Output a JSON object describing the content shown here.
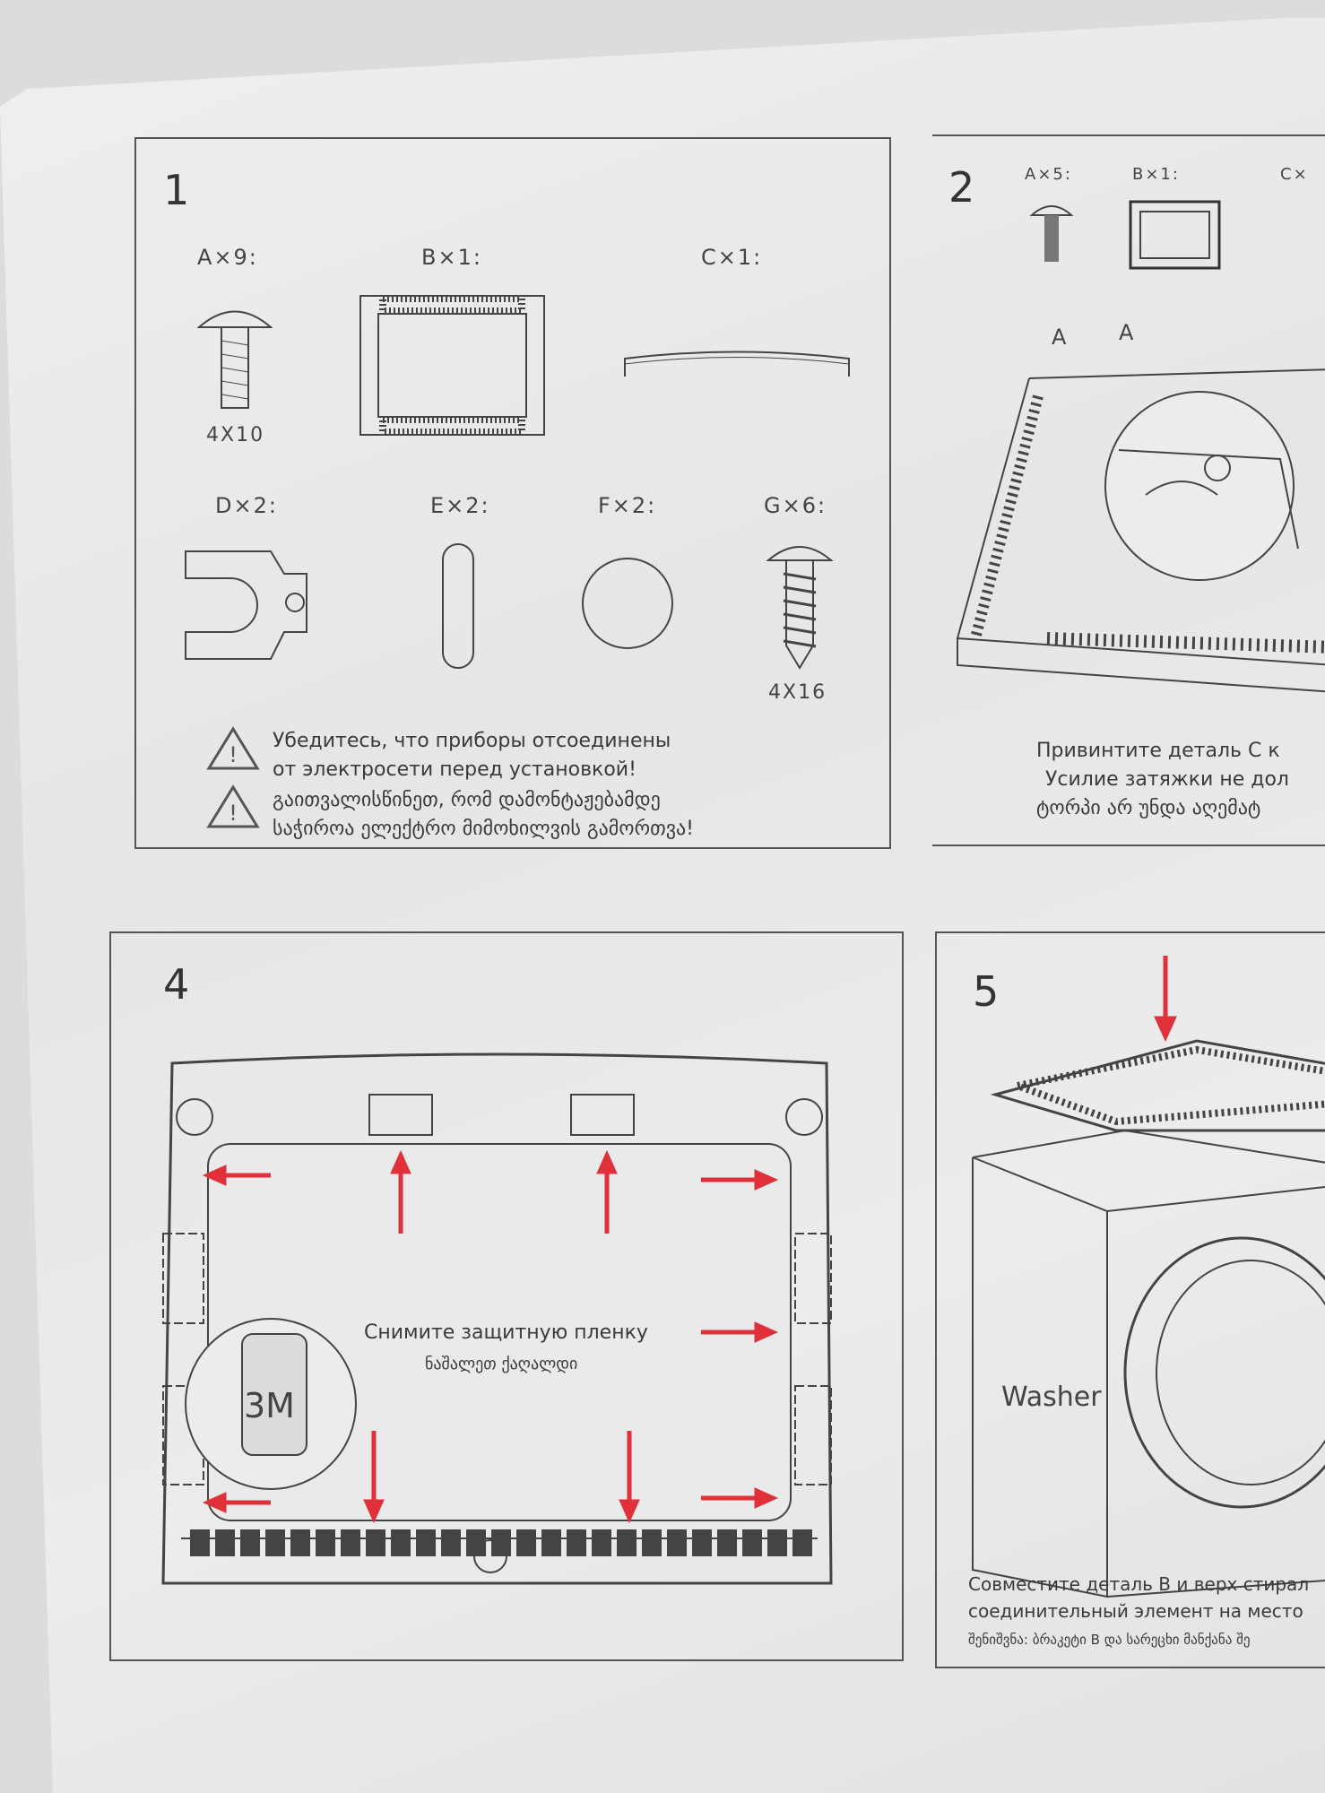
{
  "panel1": {
    "number": "1",
    "parts": [
      {
        "label": "A×9:",
        "size": "4X10"
      },
      {
        "label": "B×1:"
      },
      {
        "label": "C×1:"
      },
      {
        "label": "D×2:"
      },
      {
        "label": "E×2:"
      },
      {
        "label": "F×2:"
      },
      {
        "label": "G×6:",
        "size": "4X16"
      }
    ],
    "warning_ru": [
      "Убедитесь, что приборы отсоединены",
      "от электросети перед установкой!"
    ],
    "warning_ka": [
      "გაითვალისწინეთ, რომ დამონტაჟებამდე",
      "საჭიროა ელექტრო მიმოხილვის გამორთვა!"
    ]
  },
  "panel2": {
    "number": "2",
    "parts": [
      "A×5:",
      "B×1:",
      "C×"
    ],
    "callouts": [
      "A",
      "A"
    ],
    "text": [
      "Привинтите деталь С к",
      "Усилие затяжки не дол",
      "ტორპი არ უნდა აღემატ"
    ]
  },
  "panel4": {
    "number": "4",
    "tape_label": "3M",
    "text_ru": "Снимите защитную пленку",
    "text_ka": "ნაშალეთ ქაღალდი",
    "arrow_color": "#e0303a"
  },
  "panel5": {
    "number": "5",
    "washer_label": "Washer",
    "text": [
      "Совместите деталь В и верх стирал",
      "соединительный элемент на место",
      "შენიშვნა: ბრაკეტი B და სარეცხი მანქანა შე"
    ]
  }
}
